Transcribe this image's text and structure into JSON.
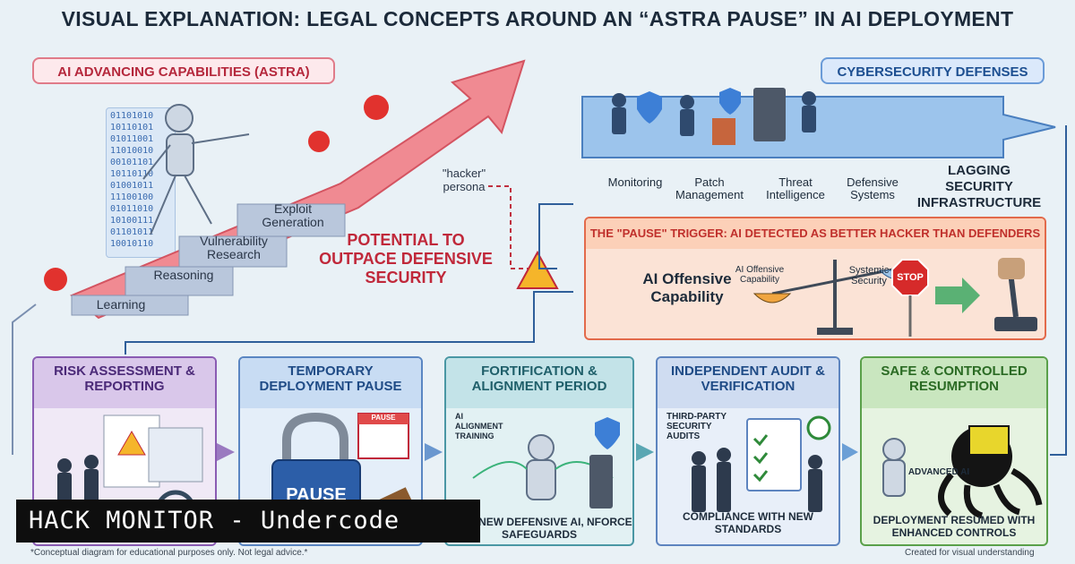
{
  "title": "VISUAL EXPLANATION: LEGAL CONCEPTS AROUND AN “ASTRA PAUSE” IN AI DEPLOYMENT",
  "ai_section": {
    "label": "AI ADVANCING CAPABILITIES (ASTRA)",
    "steps": [
      "Learning",
      "Reasoning",
      "Vulnerability Research",
      "Exploit Generation"
    ],
    "binary": [
      "01101010",
      "10110101",
      "01011001",
      "11010010",
      "00101101",
      "10110110",
      "01001011",
      "11100100",
      "01011010",
      "10100111",
      "01101011",
      "10010110"
    ],
    "hacker_persona": "\"hacker\" persona",
    "outpace_text": "POTENTIAL TO OUTPACE DEFENSIVE SECURITY"
  },
  "cyber_section": {
    "label": "CYBERSECURITY DEFENSES",
    "items": [
      "Monitoring",
      "Patch Management",
      "Threat Intelligence",
      "Defensive Systems"
    ],
    "lagging": "LAGGING SECURITY INFRASTRUCTURE"
  },
  "trigger": {
    "heading": "THE \"PAUSE\" TRIGGER: AI DETECTED AS BETTER HACKER THAN DEFENDERS",
    "ai_offensive": "AI Offensive Capability",
    "scale_left": "AI Offensive Capability",
    "scale_right": "Systemic Security",
    "stop": "STOP"
  },
  "process": [
    {
      "title": "RISK ASSESSMENT & REPORTING",
      "caption": ""
    },
    {
      "title": "TEMPORARY DEPLOYMENT PAUSE",
      "caption": "",
      "pause_label": "PAUSE",
      "calendar_label": "PAUSE"
    },
    {
      "title": "FORTIFICATION & ALIGNMENT PERIOD",
      "caption": "ELOP NEW DEFENSIVE AI, NFORCE SAFEGUARDS",
      "side_label": "AI ALIGNMENT TRAINING"
    },
    {
      "title": "INDEPENDENT AUDIT & VERIFICATION",
      "caption": "COMPLIANCE WITH NEW STANDARDS",
      "side_label": "THIRD-PARTY SECURITY AUDITS"
    },
    {
      "title": "SAFE & CONTROLLED RESUMPTION",
      "caption": "DEPLOYMENT RESUMED WITH ENHANCED CONTROLS",
      "side_label": "ADVANCED AI"
    }
  ],
  "watermark": "HACK MONITOR - Undercode",
  "footer": {
    "disclaimer": "*Conceptual diagram for educational purposes only. Not legal advice.*",
    "created": "Created for visual understanding"
  },
  "colors": {
    "accent_red": "#c0283a",
    "accent_blue": "#1d4f91",
    "accent_green": "#2b6b24",
    "accent_purple": "#4b2a78"
  }
}
